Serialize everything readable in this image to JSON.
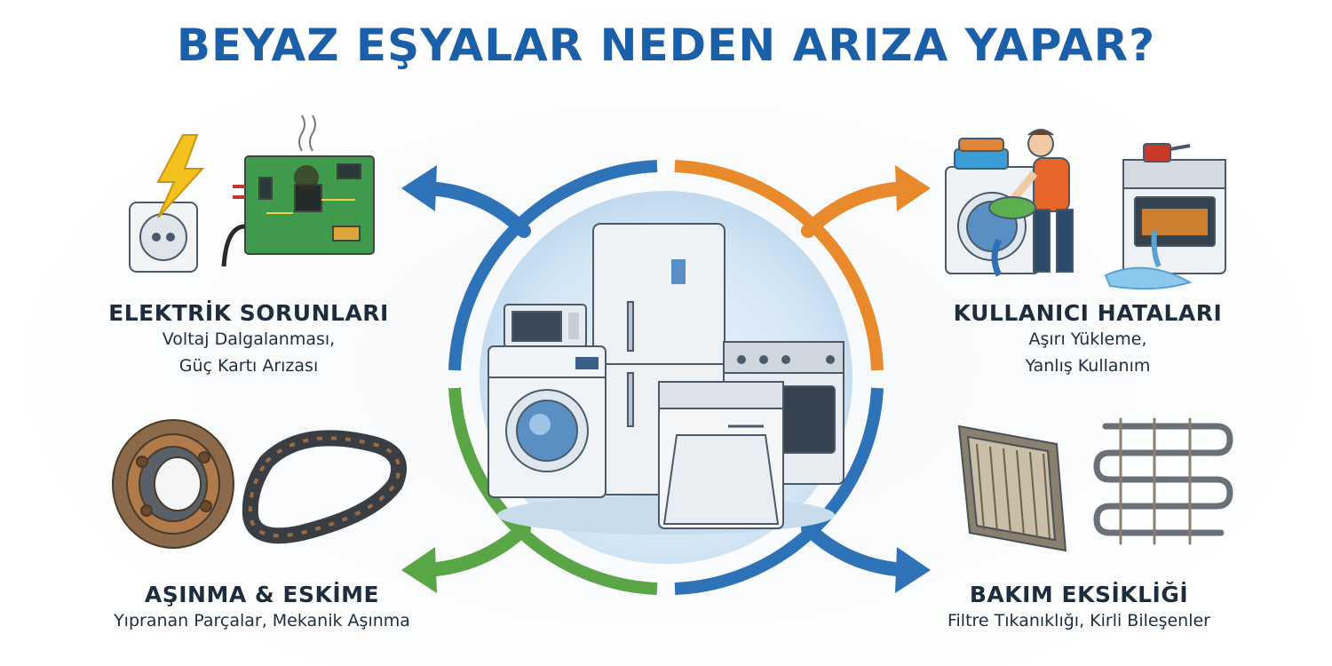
{
  "title": "BEYAZ EŞYALAR NEDEN ARIZA YAPAR?",
  "categories": {
    "electrical": {
      "heading": "ELEKTRİK SORUNLARI",
      "line1": "Voltaj Dalgalanması,",
      "line2": "Güç Kartı Arızası"
    },
    "user": {
      "heading": "KULLANICI HATALARI",
      "line1": "Aşırı Yükleme,",
      "line2": "Yanlış Kullanım"
    },
    "wear": {
      "heading": "AŞINMA & ESKİME",
      "line1": "Yıpranan Parçalar, Mekanik Aşınma"
    },
    "maintenance": {
      "heading": "BAKIM EKSİKLİĞİ",
      "line1": "Filtre Tıkanıklığı, Kirli Bileşenler"
    }
  },
  "colors": {
    "title": "#1a5fa8",
    "arrow_blue": "#2e73b8",
    "arrow_orange": "#e8892c",
    "arrow_green": "#5aa646",
    "text": "#1e2d3d"
  },
  "icons": [
    "lightning-plug-icon",
    "circuit-board-icon",
    "washing-person-icon",
    "oven-leak-icon",
    "bearing-icon",
    "belt-icon",
    "air-filter-icon",
    "condenser-coil-icon",
    "appliances-group-icon"
  ]
}
